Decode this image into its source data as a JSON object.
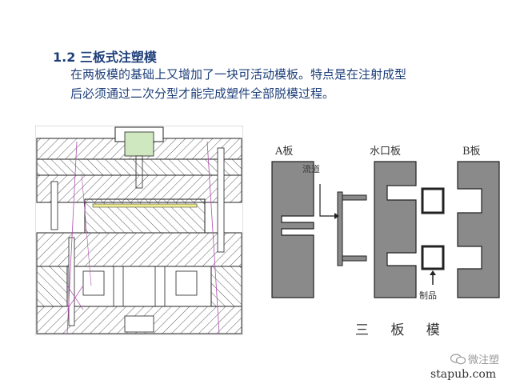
{
  "section": {
    "number": "1.2",
    "title": "三板式注塑模",
    "description_line1": "在两板模的基础上又增加了一块可活动模板。特点是在注射成型",
    "description_line2": "后必须通过二次分型才能完成塑件全部脱模过程。"
  },
  "diagram": {
    "plate_a_label": "A板",
    "runner_plate_label": "水口板",
    "plate_b_label": "B板",
    "runner_label": "流道",
    "product_label": "制品",
    "caption": "三 板 模"
  },
  "watermark": {
    "name": "微注塑",
    "url": "stapub.com"
  },
  "colors": {
    "heading": "#1e3f7a",
    "plate_fill": "#8a8a8a",
    "outline": "#222222",
    "accent_lines": "#b050b0",
    "highlight": "#f0ee90"
  }
}
